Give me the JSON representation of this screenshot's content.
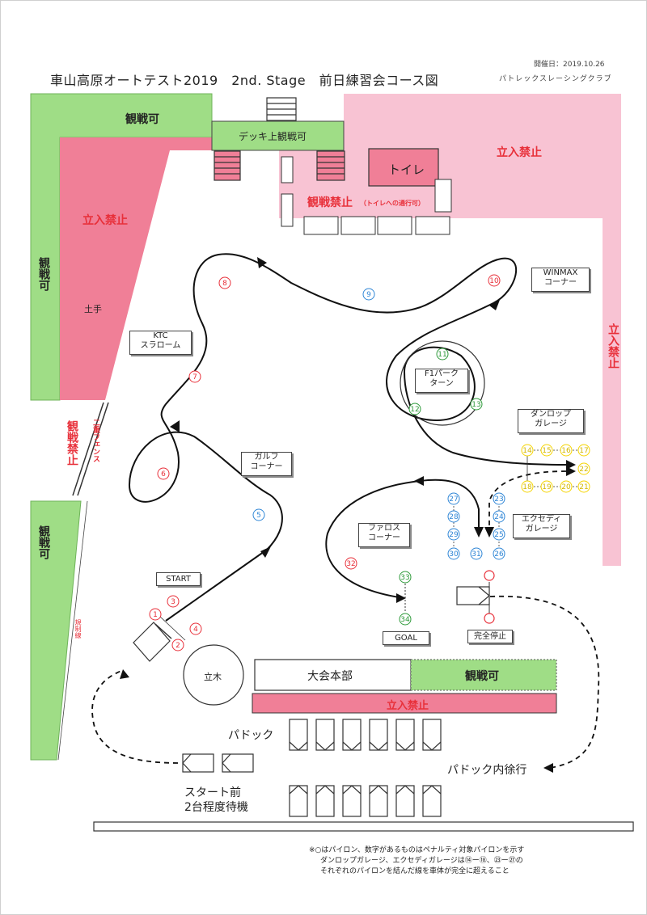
{
  "header": {
    "title": "車山高原オートテスト2019　2nd. Stage　前日練習会コース図",
    "date": "開催日：2019.10.26",
    "club": "パトレックスレーシングクラブ"
  },
  "zones": {
    "spectate_top": "観戦可",
    "deck_spectate": "デッキ上観戦可",
    "toilet": "トイレ",
    "no_entry_top": "立入禁止",
    "no_entry_left": "立入禁止",
    "spectate_left_top": "観戦可",
    "embankment": "土手",
    "no_spectate_top": "観戦禁止",
    "no_spectate_top_note": "（トイレへの通行可）",
    "no_entry_right": "立入禁止",
    "no_spectate_left": "観戦禁止",
    "double_fence": "二重フェンス",
    "spectate_left_bottom": "観戦可",
    "restriction_line": "規制線",
    "hq": "大会本部",
    "spectate_hq": "観戦可",
    "no_entry_bottom": "立入禁止",
    "tree": "立木"
  },
  "course": {
    "ktc": "KTC\nスラローム",
    "winmax": "WINMAX\nコーナー",
    "f1": "F1パーク\nターン",
    "dunlop": "ダンロップ\nガレージ",
    "golf": "ガルフ\nコーナー",
    "pharos": "ファロス\nコーナー",
    "exedy": "エクセディ\nガレージ",
    "start": "START",
    "goal": "GOAL",
    "full_stop": "完全停止"
  },
  "pylons": {
    "p1": "1",
    "p2": "2",
    "p3": "3",
    "p4": "4",
    "p5": "5",
    "p6": "6",
    "p7": "7",
    "p8": "8",
    "p9": "9",
    "p10": "10",
    "p11": "11",
    "p12": "12",
    "p13": "13",
    "p14": "14",
    "p15": "15",
    "p16": "16",
    "p17": "17",
    "p18": "18",
    "p19": "19",
    "p20": "20",
    "p21": "21",
    "p22": "22",
    "p23": "23",
    "p24": "24",
    "p25": "25",
    "p26": "26",
    "p27": "27",
    "p28": "28",
    "p29": "29",
    "p30": "30",
    "p31": "31",
    "p32": "32",
    "p33": "33",
    "p34": "34"
  },
  "paddock": {
    "label": "パドック",
    "slow": "パドック内徐行",
    "waiting": "スタート前\n2台程度待機"
  },
  "note": {
    "line1": "※○はパイロン、数字があるものはペナルティ対象パイロンを示す",
    "line2": "ダンロップガレージ、エクセディガレージは⑭ー⑱、㉓ー㉗の",
    "line3": "それぞれのパイロンを結んだ線を車体が完全に超えること"
  },
  "colors": {
    "green_zone": "#9fdd86",
    "pink_zone": "#f8c3d3",
    "red_zone": "#f07f97",
    "no_entry_text": "#e8303a",
    "pylon_red": "#e8303a",
    "pylon_blue": "#2f86d6",
    "pylon_green": "#2e9a3a",
    "pylon_yellow": "#f5d400"
  }
}
